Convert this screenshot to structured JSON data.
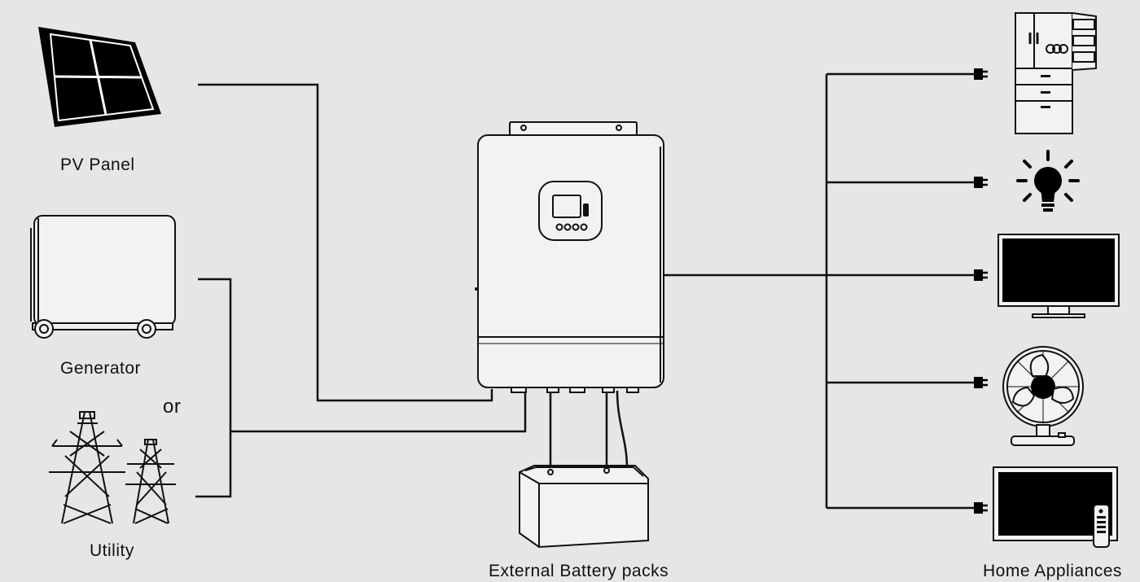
{
  "labels": {
    "pv_panel": "PV Panel",
    "generator": "Generator",
    "or": "or",
    "utility": "Utility",
    "battery": "External Battery packs",
    "home": "Home Appliances"
  },
  "colors": {
    "background": "#e6e6e6",
    "line": "#111111",
    "fill_dark": "#000000",
    "device_body": "#f2f2f2"
  },
  "icons": [
    "solar-panel-icon",
    "generator-icon",
    "power-tower-icon",
    "inverter-icon",
    "battery-icon",
    "refrigerator-icon",
    "light-bulb-icon",
    "monitor-icon",
    "fan-icon",
    "television-icon",
    "remote-control-icon",
    "plug-icon"
  ]
}
